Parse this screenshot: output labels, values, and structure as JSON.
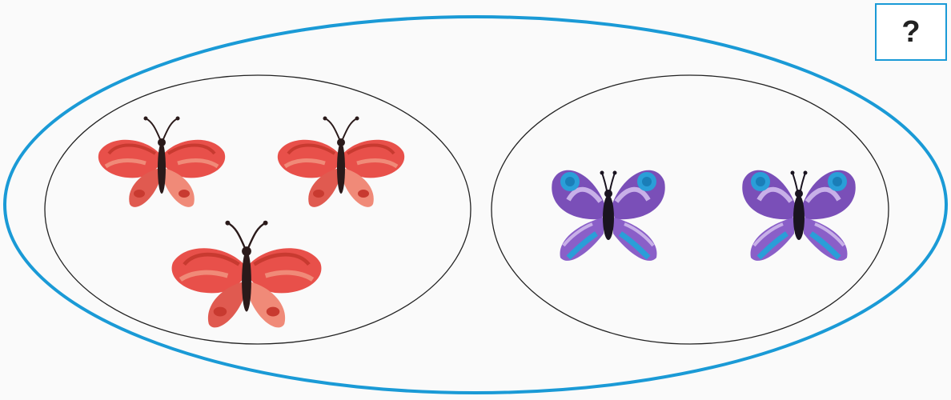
{
  "question_box": {
    "label": "?"
  },
  "colors": {
    "outer_ellipse_stroke": "#1a9ad6",
    "inner_ellipse_stroke": "#222222",
    "question_box_stroke": "#1a9ad6",
    "red_wing": "#e8504a",
    "red_wing_light": "#f08a78",
    "red_wing_dark": "#c83a30",
    "purple_wing": "#7a4fb8",
    "purple_spot": "#2a9ed8",
    "purple_light": "#c8b0e8",
    "body": "#2a1a1a"
  },
  "groups": [
    {
      "name": "left-set",
      "butterfly_icon": "red-butterfly-icon",
      "count": 3
    },
    {
      "name": "right-set",
      "butterfly_icon": "purple-butterfly-icon",
      "count": 2
    }
  ]
}
